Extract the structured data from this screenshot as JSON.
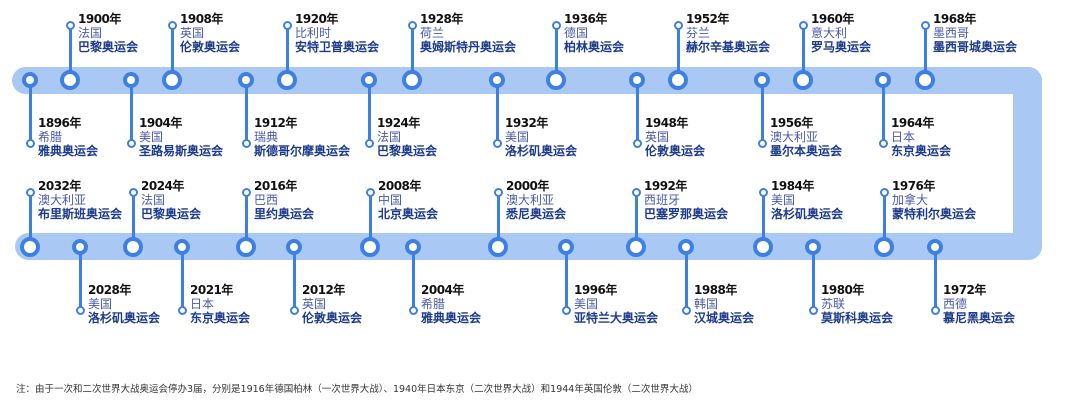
{
  "colors": {
    "band": "#a9c9f4",
    "node": "#3e80e2",
    "year": "#111111",
    "country": "#4a5aa8",
    "city": "#1d3b8c"
  },
  "top_row": [
    {
      "year": "1896年",
      "country": "希腊",
      "city": "雅典奥运会",
      "dir": "down"
    },
    {
      "year": "1900年",
      "country": "法国",
      "city": "巴黎奥运会",
      "dir": "up"
    },
    {
      "year": "1904年",
      "country": "美国",
      "city": "圣路易斯奥运会",
      "dir": "down"
    },
    {
      "year": "1908年",
      "country": "英国",
      "city": "伦敦奥运会",
      "dir": "up"
    },
    {
      "year": "1912年",
      "country": "瑞典",
      "city": "斯德哥尔摩奥运会",
      "dir": "down"
    },
    {
      "year": "1920年",
      "country": "比利时",
      "city": "安特卫普奥运会",
      "dir": "up"
    },
    {
      "year": "1924年",
      "country": "法国",
      "city": "巴黎奥运会",
      "dir": "down"
    },
    {
      "year": "1928年",
      "country": "荷兰",
      "city": "奥姆斯特丹奥运会",
      "dir": "up"
    },
    {
      "year": "1932年",
      "country": "美国",
      "city": "洛杉矶奥运会",
      "dir": "down"
    },
    {
      "year": "1936年",
      "country": "德国",
      "city": "柏林奥运会",
      "dir": "up"
    },
    {
      "year": "1948年",
      "country": "英国",
      "city": "伦敦奥运会",
      "dir": "down"
    },
    {
      "year": "1952年",
      "country": "芬兰",
      "city": "赫尔辛基奥运会",
      "dir": "up"
    },
    {
      "year": "1956年",
      "country": "澳大利亚",
      "city": "墨尔本奥运会",
      "dir": "down"
    },
    {
      "year": "1960年",
      "country": "意大利",
      "city": "罗马奥运会",
      "dir": "up"
    },
    {
      "year": "1964年",
      "country": "日本",
      "city": "东京奥运会",
      "dir": "down"
    },
    {
      "year": "1968年",
      "country": "墨西哥",
      "city": "墨西哥城奥运会",
      "dir": "up"
    }
  ],
  "bottom_row": [
    {
      "year": "2032年",
      "country": "澳大利亚",
      "city": "布里斯班奥运会",
      "dir": "up"
    },
    {
      "year": "2028年",
      "country": "美国",
      "city": "洛杉矶奥运会",
      "dir": "down"
    },
    {
      "year": "2024年",
      "country": "法国",
      "city": "巴黎奥运会",
      "dir": "up"
    },
    {
      "year": "2021年",
      "country": "日本",
      "city": "东京奥运会",
      "dir": "down"
    },
    {
      "year": "2016年",
      "country": "巴西",
      "city": "里约奥运会",
      "dir": "up"
    },
    {
      "year": "2012年",
      "country": "英国",
      "city": "伦敦奥运会",
      "dir": "down"
    },
    {
      "year": "2008年",
      "country": "中国",
      "city": "北京奥运会",
      "dir": "up"
    },
    {
      "year": "2004年",
      "country": "希腊",
      "city": "雅典奥运会",
      "dir": "down"
    },
    {
      "year": "2000年",
      "country": "澳大利亚",
      "city": "悉尼奥运会",
      "dir": "up"
    },
    {
      "year": "1996年",
      "country": "美国",
      "city": "亚特兰大奥运会",
      "dir": "down"
    },
    {
      "year": "1992年",
      "country": "西班牙",
      "city": "巴塞罗那奥运会",
      "dir": "up"
    },
    {
      "year": "1988年",
      "country": "韩国",
      "city": "汉城奥运会",
      "dir": "down"
    },
    {
      "year": "1984年",
      "country": "美国",
      "city": "洛杉矶奥运会",
      "dir": "up"
    },
    {
      "year": "1980年",
      "country": "苏联",
      "city": "莫斯科奥运会",
      "dir": "down"
    },
    {
      "year": "1976年",
      "country": "加拿大",
      "city": "蒙特利尔奥运会",
      "dir": "up"
    },
    {
      "year": "1972年",
      "country": "西德",
      "city": "慕尼黑奥运会",
      "dir": "down"
    }
  ],
  "note": "注：由于一次和二次世界大战奥运会停办3届，分别是1916年德国柏林（一次世界大战）、1940年日本东京（二次世界大战）和1944年英国伦敦（二次世界大战）"
}
